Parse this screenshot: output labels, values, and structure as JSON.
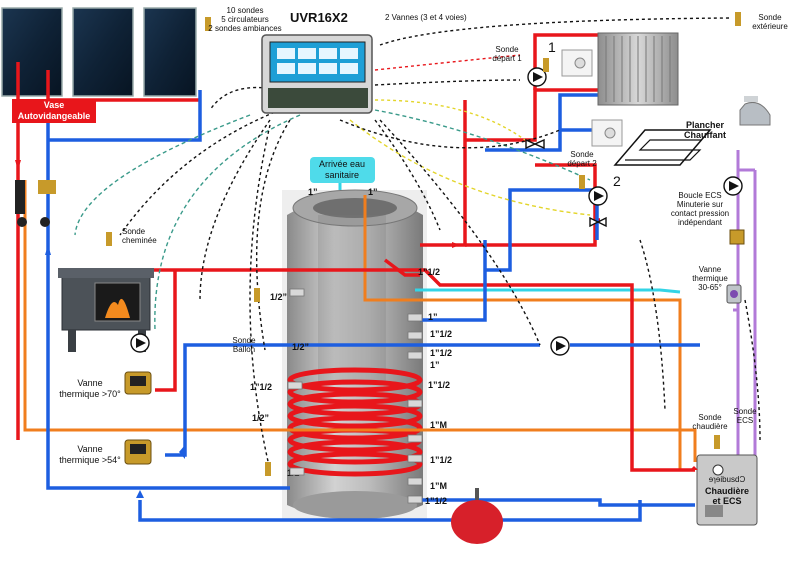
{
  "colors": {
    "hot": "#e8161b",
    "cold": "#1d5ee0",
    "orange": "#f07e1e",
    "cyan": "#33d4e6",
    "purple": "#b27ad8",
    "sensor_green": "#3a9a8a",
    "sensor_yellow": "#e3d52a",
    "label_red_bg": "#e8161b",
    "label_cyan_bg": "#4fdbea"
  },
  "controller": {
    "title": "UVR16X2",
    "specs": [
      "10 sondes",
      "5 circulateurs",
      "2 sondes ambiances"
    ],
    "valves": "2 Vannes (3 et 4 voies)"
  },
  "labels": {
    "vase": [
      "Vase",
      "Autovidangeable"
    ],
    "arrivee": [
      "Arrivée eau",
      "sanitaire"
    ],
    "sonde_exterieure": [
      "Sonde",
      "extérieure"
    ],
    "sonde_depart1": [
      "Sonde",
      "départ 1"
    ],
    "sonde_depart2": [
      "Sonde",
      "départ 2"
    ],
    "plancher": [
      "Plancher",
      "Chauffant"
    ],
    "sonde_cheminee": [
      "Sonde",
      "cheminée"
    ],
    "sonde_ballon": [
      "Sonde",
      "Ballon"
    ],
    "boucle_ecs": [
      "Boucle ECS",
      "Minuterie sur",
      "contact pression",
      "indépendant"
    ],
    "vanne_thermique_ecs": [
      "Vanne",
      "thermique",
      "30-65°"
    ],
    "vanne_70": [
      "Vanne",
      "thermique >70°"
    ],
    "vanne_54": [
      "Vanne",
      "thermique >54°"
    ],
    "sonde_chaudiere": [
      "Sonde",
      "chaudière"
    ],
    "sonde_ecs": [
      "Sonde",
      "ECS"
    ],
    "chaudiere": [
      "Chaudière",
      "et ECS"
    ],
    "chaudiere_brand": "ɘɿɘibusdƆ",
    "circuit1": "1",
    "circuit2": "2"
  },
  "ballon_ports": [
    "1”",
    "1”",
    "1”1/2",
    "1/2”",
    "1”",
    "1”1/2",
    "1/2”",
    "1”1/2",
    "1”",
    "1”1/2",
    "1”1/2",
    "1/2”",
    "1”M",
    "1”1/2",
    "1/2”",
    "1”M",
    "1”1/2"
  ]
}
